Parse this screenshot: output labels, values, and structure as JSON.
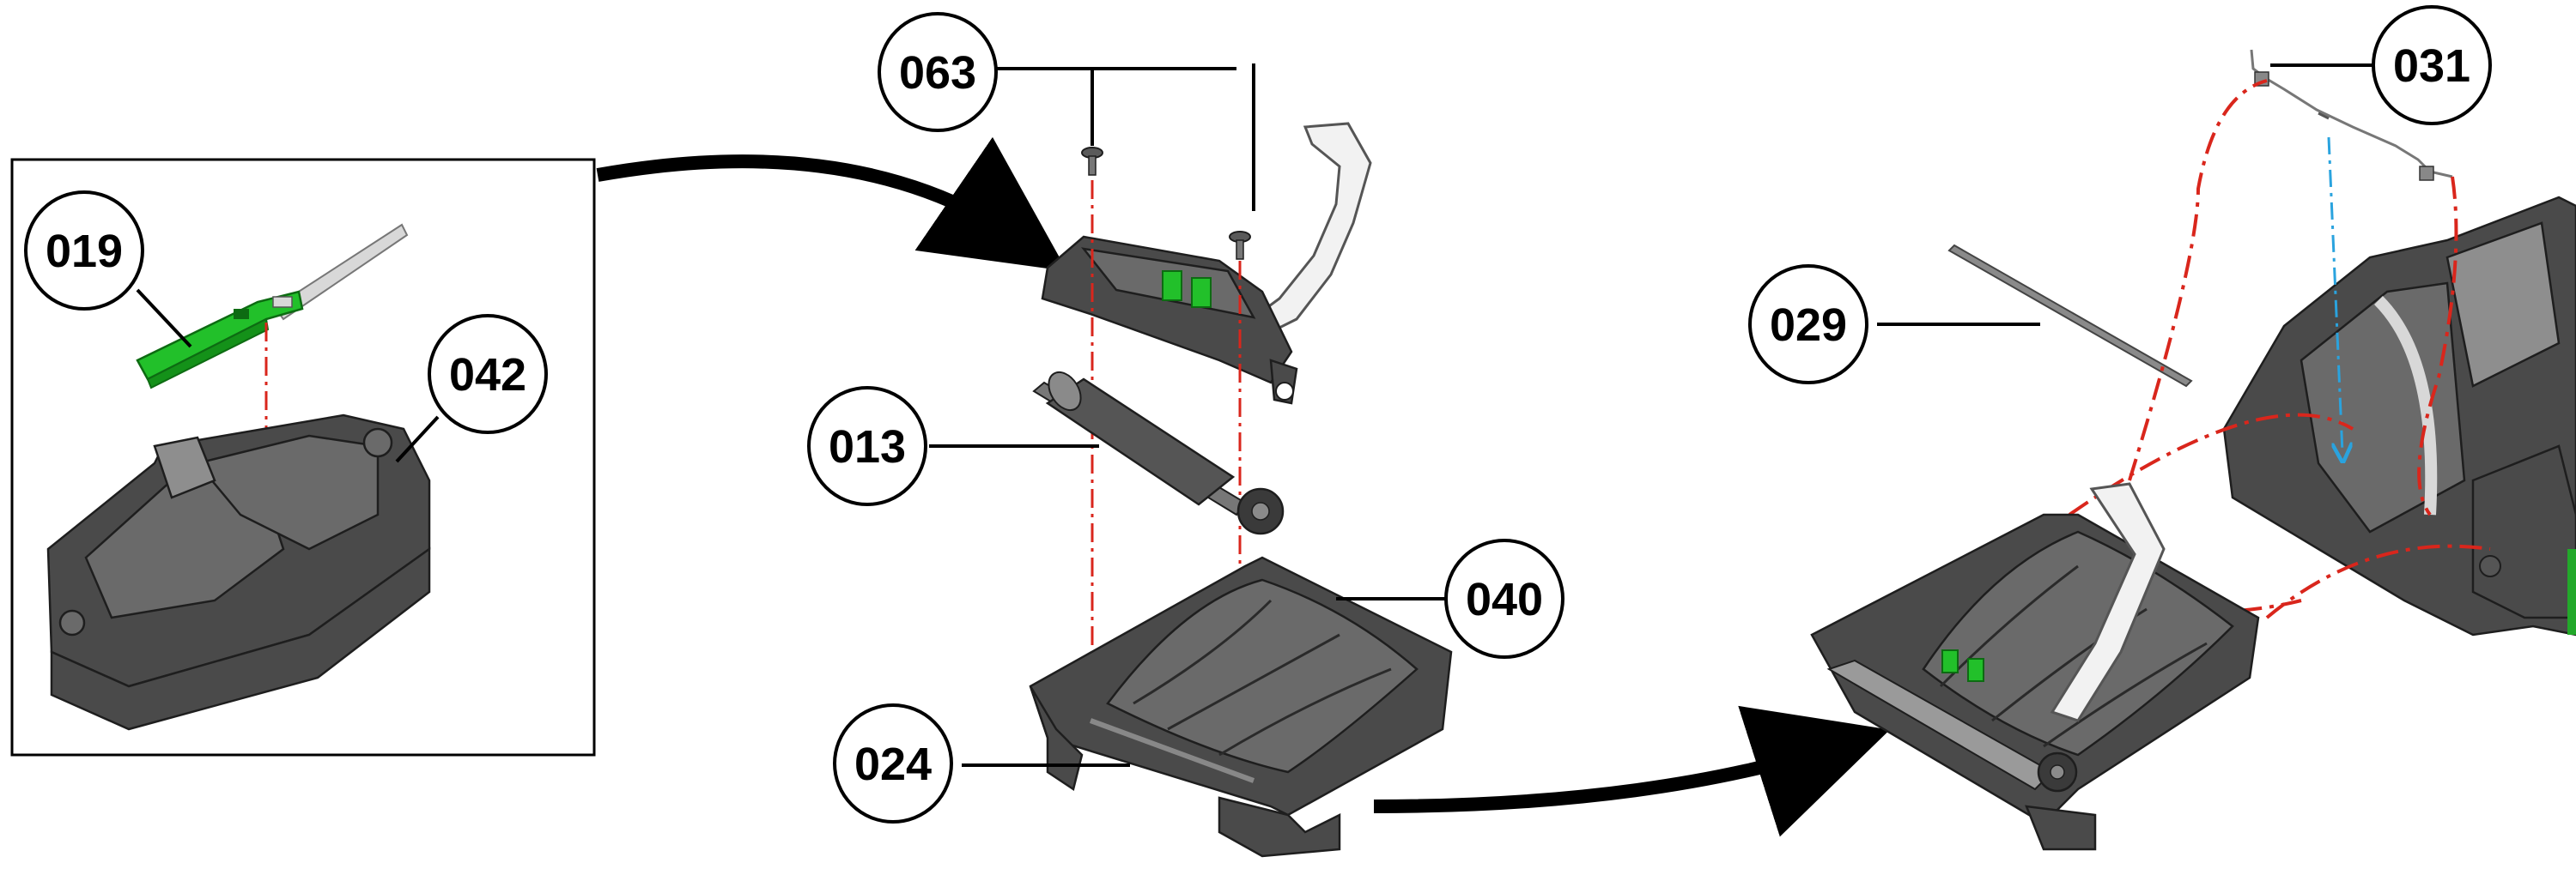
{
  "callouts": {
    "c019": "019",
    "c042": "042",
    "c063": "063",
    "c013": "013",
    "c040": "040",
    "c024": "024",
    "c029": "029",
    "c031": "031"
  },
  "colors": {
    "leader": "#000000",
    "alignment_line": "#d9261c",
    "spring_alignment_line": "#2aa3de",
    "pcb": "#22c02a",
    "plastic": "#4a4a4a"
  }
}
